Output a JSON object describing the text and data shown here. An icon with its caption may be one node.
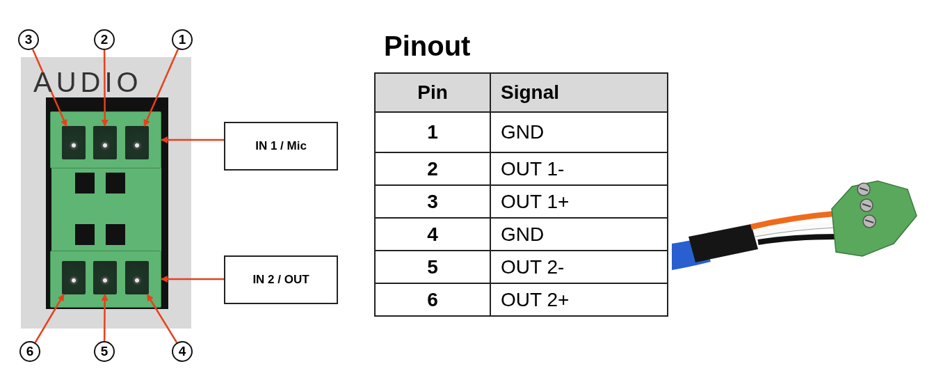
{
  "diagram": {
    "nodes": [
      {
        "text": [
          "3"
        ]
      },
      {
        "text": [
          "2"
        ]
      },
      {
        "text": [
          "1"
        ]
      },
      {
        "text": [],
        "shape": "box"
      },
      {
        "text": [],
        "shape": "box",
        "in": 3
      },
      {
        "text": [],
        "shape": "box",
        "in": 3
      },
      {
        "text": [],
        "shape": "box",
        "in": 3
      },
      {
        "text": [
          "IN 1 / Mic"
        ]
      },
      {
        "text": [],
        "shape": "box"
      },
      {
        "text": [],
        "shape": "box",
        "in": 8
      },
      {
        "text": [],
        "shape": "box",
        "in": 8
      },
      {
        "text": [],
        "shape": "box",
        "in": 8
      },
      {
        "text": [
          "IN 2 / OUT"
        ]
      },
      {
        "text": [
          "6"
        ]
      },
      {
        "text": [
          "5"
        ]
      },
      {
        "text": [
          "4"
        ]
      }
    ],
    "edges": [
      {
        "from": 0,
        "to": 4,
        "arrow": "to"
      },
      {
        "from": 1,
        "to": 5,
        "arrow": "to"
      },
      {
        "from": 2,
        "to": 6,
        "arrow": "to"
      },
      {
        "from": 7,
        "to": 3,
        "arrow": "to"
      },
      {
        "from": 12,
        "to": 8,
        "arrow": "to"
      },
      {
        "from": 13,
        "to": 9,
        "arrow": "to"
      },
      {
        "from": 14,
        "to": 10,
        "arrow": "to"
      },
      {
        "from": 15,
        "to": 11,
        "arrow": "to"
      }
    ],
    "labels": [
      "AUDIO",
      "Pinout",
      "Pin",
      "Signal",
      "1",
      "GND",
      "2",
      "OUT 1-",
      "3",
      "OUT 1+",
      "4",
      "GND",
      "5",
      "OUT 2-",
      "6",
      "OUT 2+"
    ]
  }
}
